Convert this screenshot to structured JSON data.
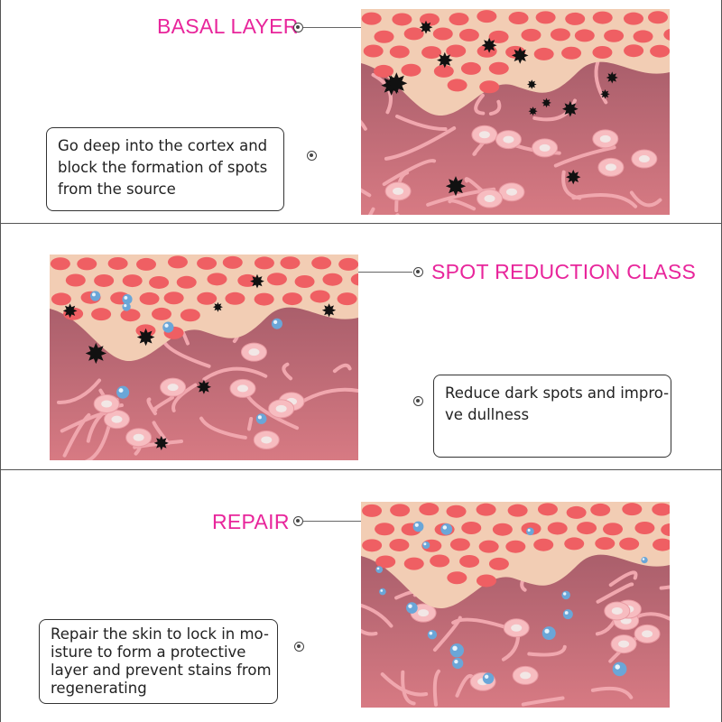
{
  "panels": [
    {
      "title": "BASAL LAYER",
      "callout_lines": [
        "Go deep into the cortex and",
        "block the formation of spots",
        "from the source"
      ],
      "illustration": "skin-cross-section-dark-spots-icon"
    },
    {
      "title": "SPOT REDUCTION CLASS",
      "callout_lines": [
        "Reduce dark spots and impro-",
        "ve dullness"
      ],
      "illustration": "skin-cross-section-reducing-spots-icon"
    },
    {
      "title": "REPAIR",
      "callout_lines": [
        "Repair the skin to lock in mo-",
        "isture to form a protective",
        "layer and prevent stains from",
        "regenerating"
      ],
      "illustration": "skin-cross-section-repair-icon"
    }
  ],
  "colors": {
    "title": "#e8259b",
    "cell_top": "#f2cdb4",
    "cell_oval": "#ef5f63",
    "dermis": "#9a5563",
    "fiber": "#f0a7ae",
    "spot": "#111111",
    "droplet": "#6aa6d8"
  }
}
